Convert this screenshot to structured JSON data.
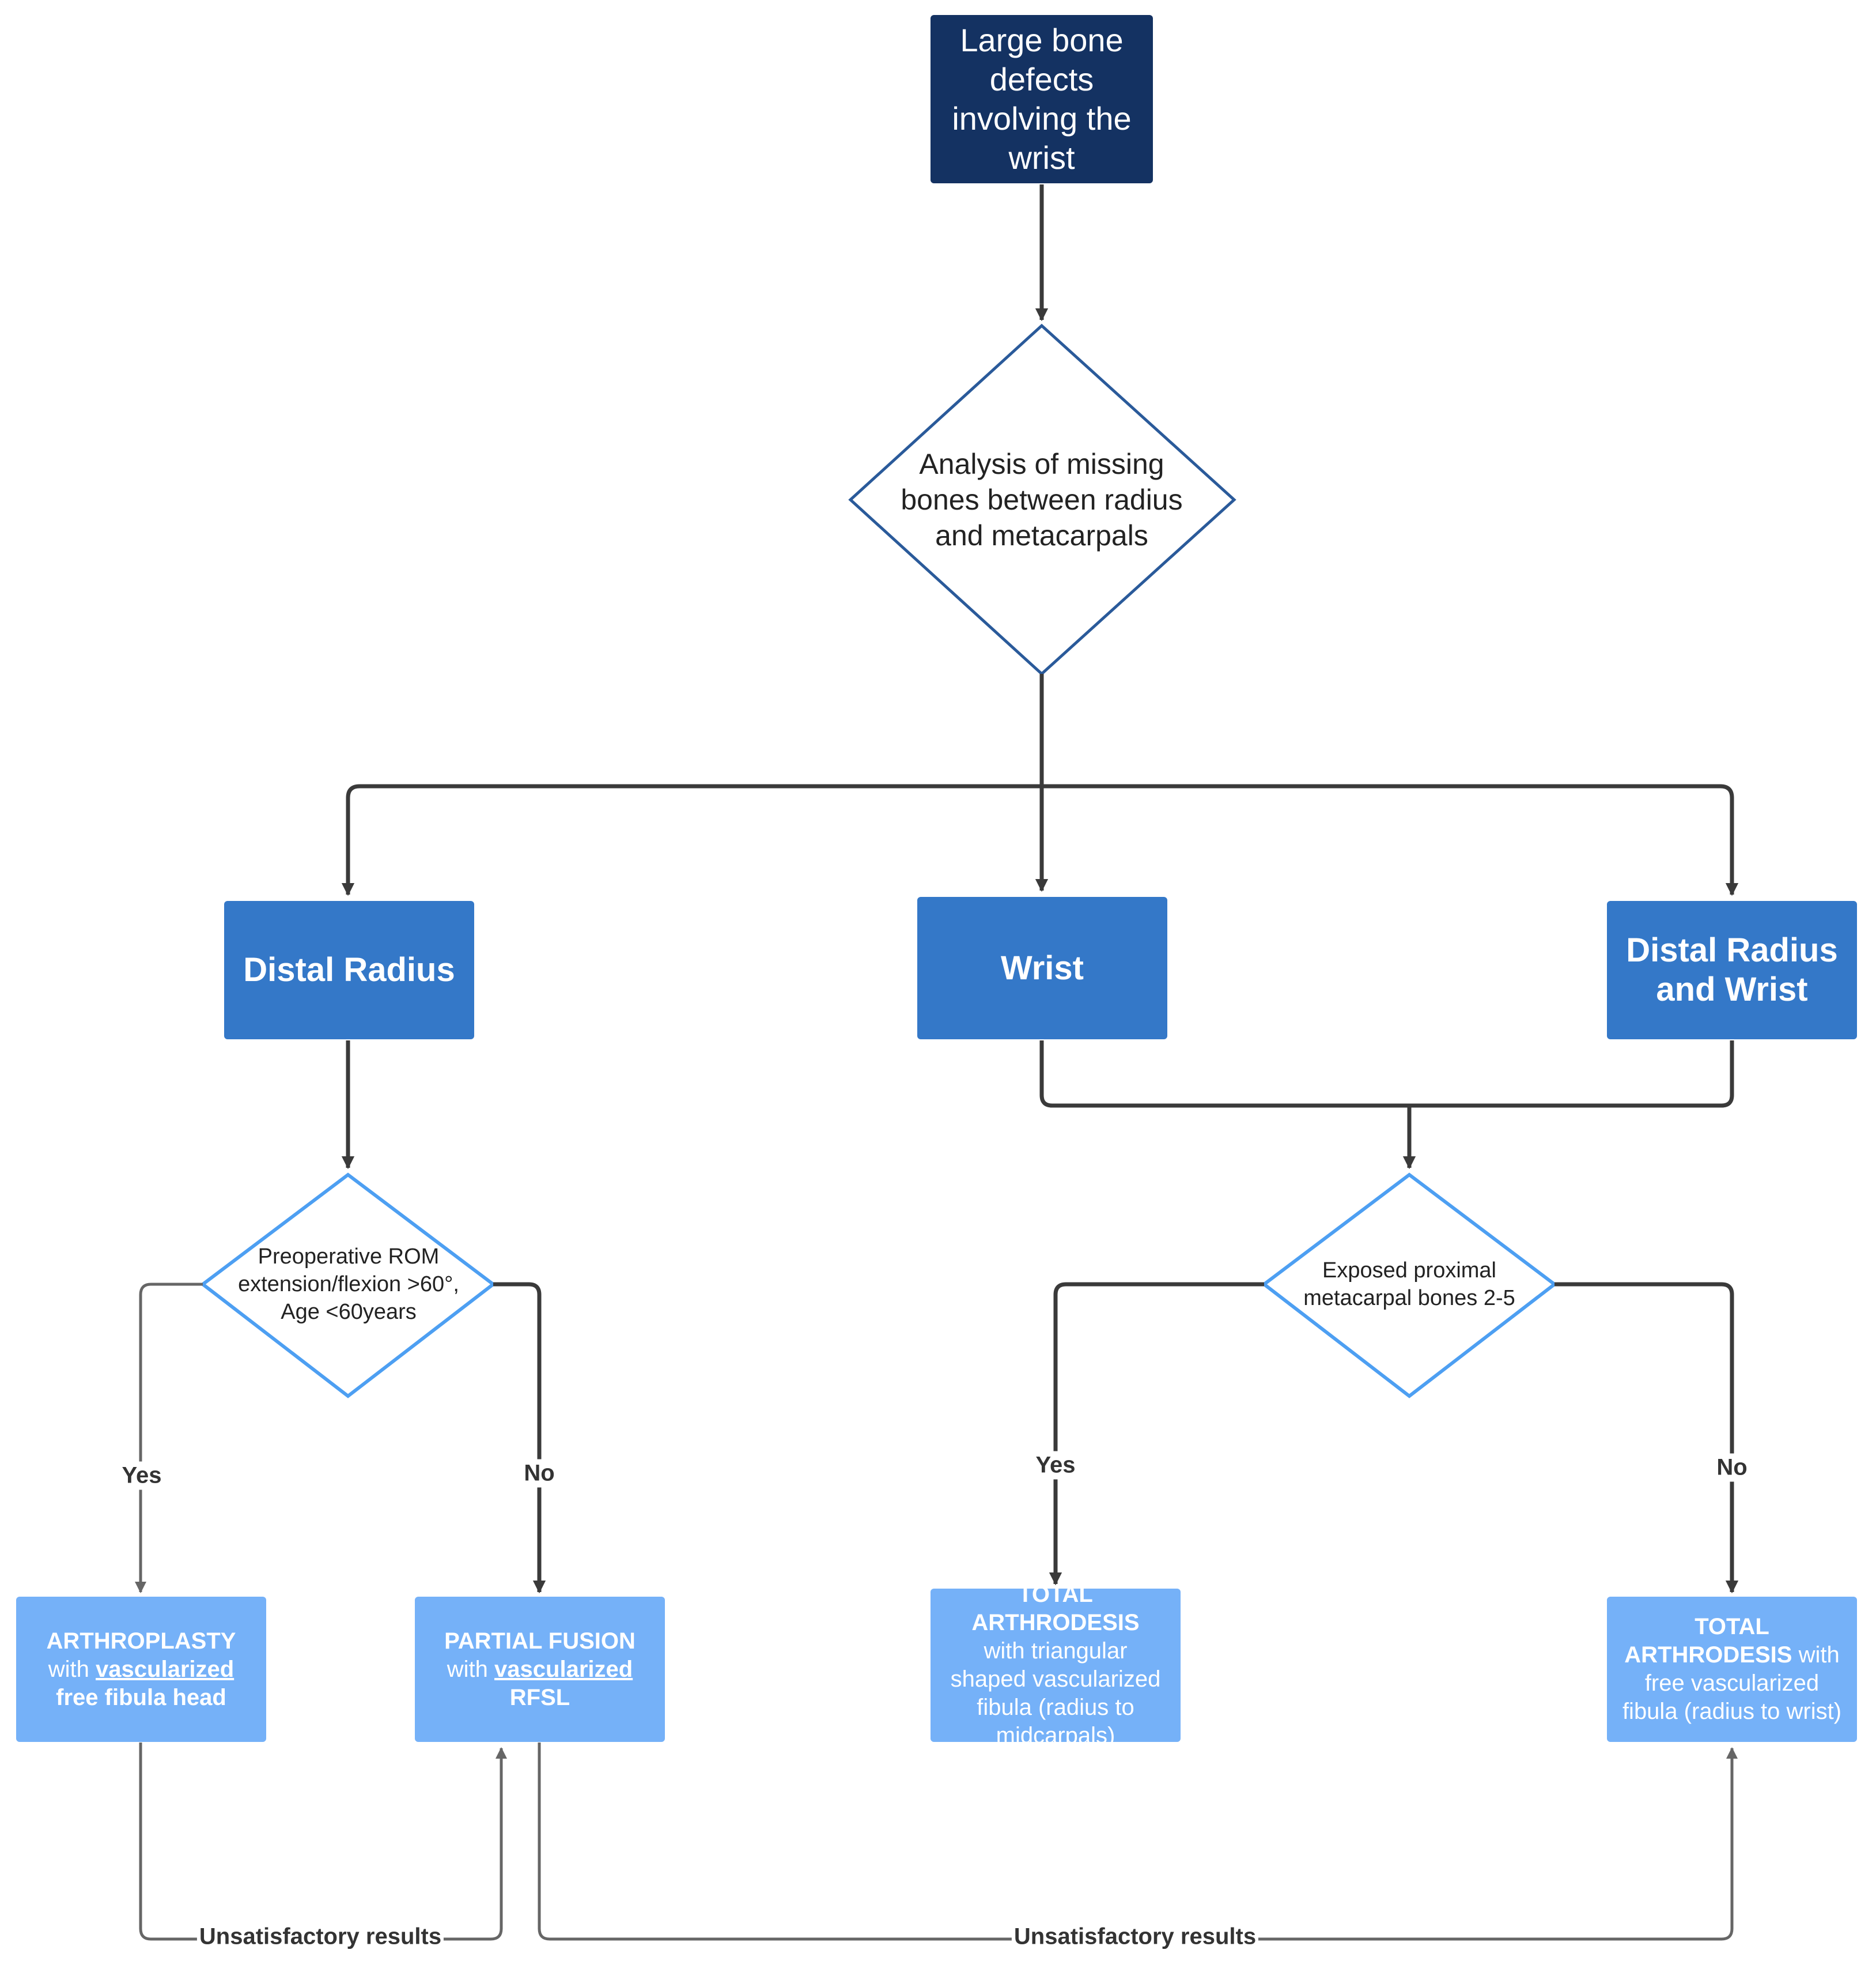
{
  "nodes": {
    "start": "Large bone defects involving the wrist",
    "analysis": "Analysis of missing bones between radius and metacarpals",
    "distal_radius": "Distal Radius",
    "wrist": "Wrist",
    "distal_radius_wrist": "Distal Radius and Wrist",
    "rom_decision": "Preoperative ROM extension/flexion >60°, Age <60years",
    "exposed_decision": "Exposed proximal metacarpal bones 2-5"
  },
  "outcomes": {
    "arthroplasty": {
      "title": "ARTHROPLASTY",
      "with": "with",
      "emph": "vascularized",
      "rest": "free fibula head"
    },
    "partial_fusion": {
      "title": "PARTIAL FUSION",
      "with": "with",
      "emph": "vascularized",
      "rest": "RFSL"
    },
    "total_midcarpal": {
      "title": "TOTAL ARTHRODESIS",
      "with": "with",
      "rest": "triangular shaped vascularized fibula (radius to midcarpals)"
    },
    "total_wrist": {
      "title": "TOTAL ARTHRODESIS",
      "with": "with",
      "rest": "free vascularized fibula (radius to wrist)"
    }
  },
  "edge_labels": {
    "yes_left": "Yes",
    "no_left": "No",
    "yes_right": "Yes",
    "no_right": "No",
    "unsatisfactory_left": "Unsatisfactory results",
    "unsatisfactory_right": "Unsatisfactory results"
  },
  "colors": {
    "start_fill": "#143262",
    "category_fill": "#3478c8",
    "outcome_fill": "#75b1f8",
    "analysis_stroke": "#2a5a9a",
    "decision_stroke": "#4d9ff2",
    "connector": "#3a3a3a",
    "feedback_connector": "#666666"
  }
}
